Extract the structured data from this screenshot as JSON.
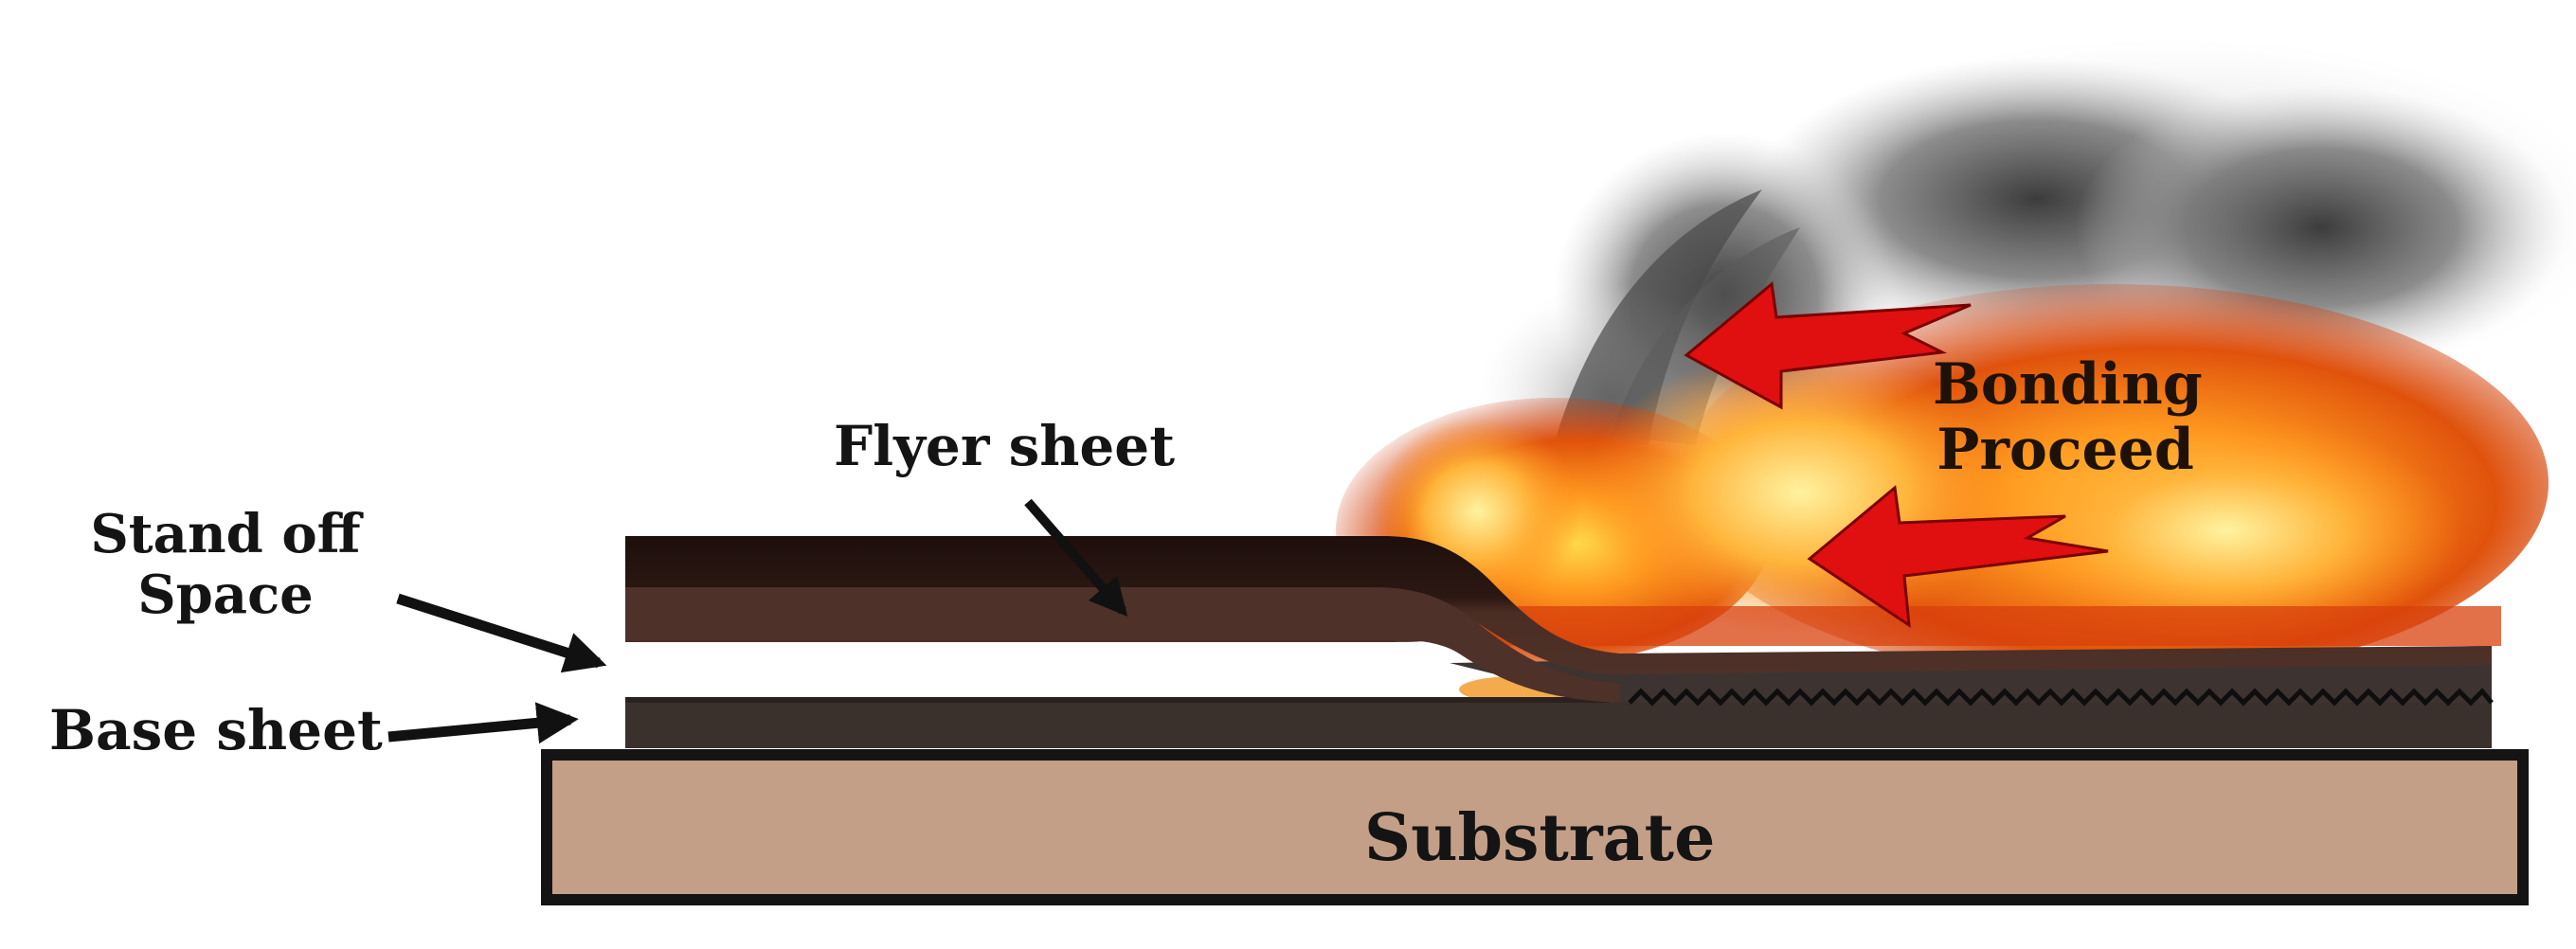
{
  "labels": {
    "flyer_sheet": "Flyer sheet",
    "stand_off_line1": "Stand off",
    "stand_off_line2": "Space",
    "base_sheet": "Base sheet",
    "bonding_line1": "Bonding",
    "bonding_line2": "Proceed",
    "substrate": "Substrate"
  },
  "colors": {
    "flyer_top": "#2a1712",
    "flyer_bottom": "#4b2f26",
    "base_sheet": "#3a302c",
    "substrate_fill": "#c49f87",
    "outline": "#141414",
    "arrow_red": "#e01010",
    "fire_orange": "#f07a12",
    "smoke_gray": "#6f6f6f"
  },
  "icons": [
    "flyer-pointer-arrow",
    "stand-off-pointer-arrow",
    "base-sheet-pointer-arrow",
    "bonding-direction-arrow-upper",
    "bonding-direction-arrow-lower"
  ]
}
